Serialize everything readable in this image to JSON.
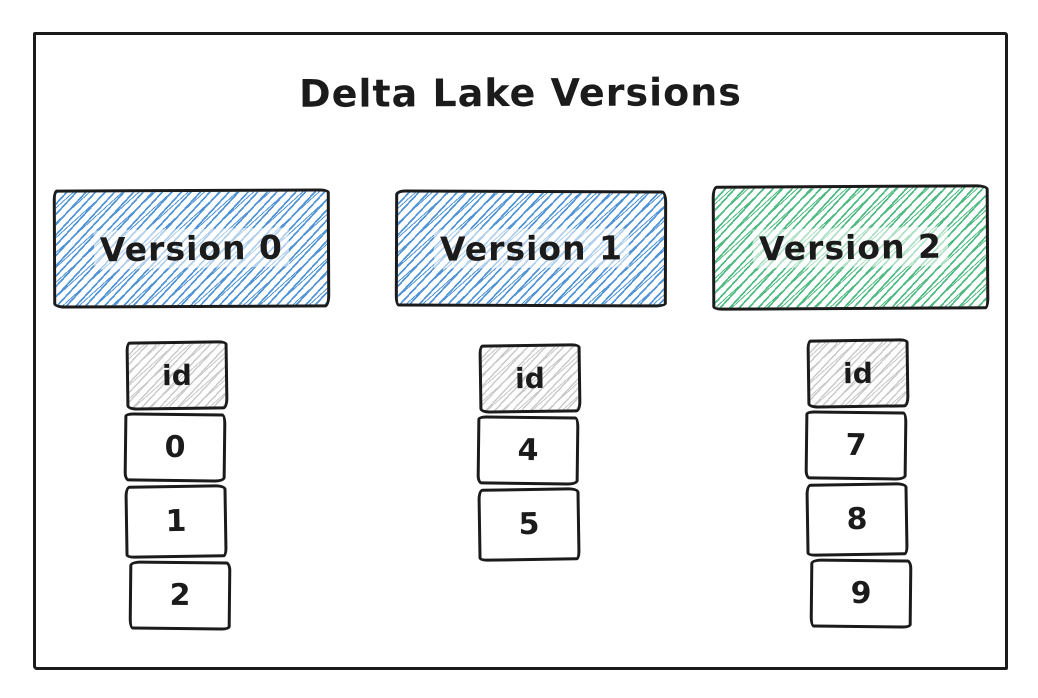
{
  "title": "Delta Lake Versions",
  "colors": {
    "blue": "#5094d6",
    "green": "#4fba81",
    "gray": "#c9c9c9",
    "stroke": "#1b1b1b"
  },
  "versions": [
    {
      "label": "Version 0",
      "fill": "blue",
      "header": "id",
      "rows": [
        "0",
        "1",
        "2"
      ]
    },
    {
      "label": "Version 1",
      "fill": "blue",
      "header": "id",
      "rows": [
        "4",
        "5"
      ]
    },
    {
      "label": "Version 2",
      "fill": "green",
      "header": "id",
      "rows": [
        "7",
        "8",
        "9"
      ]
    }
  ]
}
